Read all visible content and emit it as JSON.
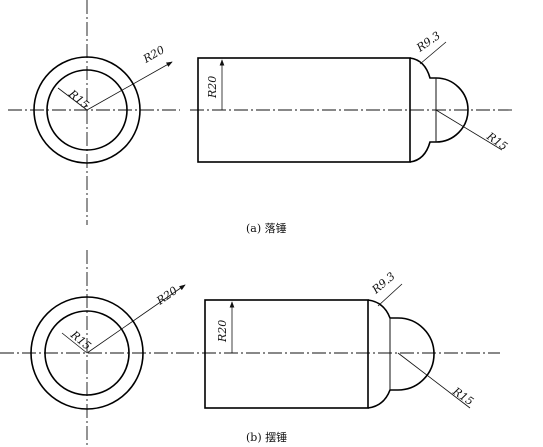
{
  "figure_a": {
    "caption": "(a) 落锤",
    "circle_outer_label": "R20",
    "circle_inner_label": "R15",
    "body_label": "R20",
    "fillet_label": "R9.3",
    "head_label": "R15"
  },
  "figure_b": {
    "caption": "(b) 摆锤",
    "circle_outer_label": "R20",
    "circle_inner_label": "R15",
    "body_label": "R20",
    "fillet_label": "R9.3",
    "head_label": "R15"
  }
}
